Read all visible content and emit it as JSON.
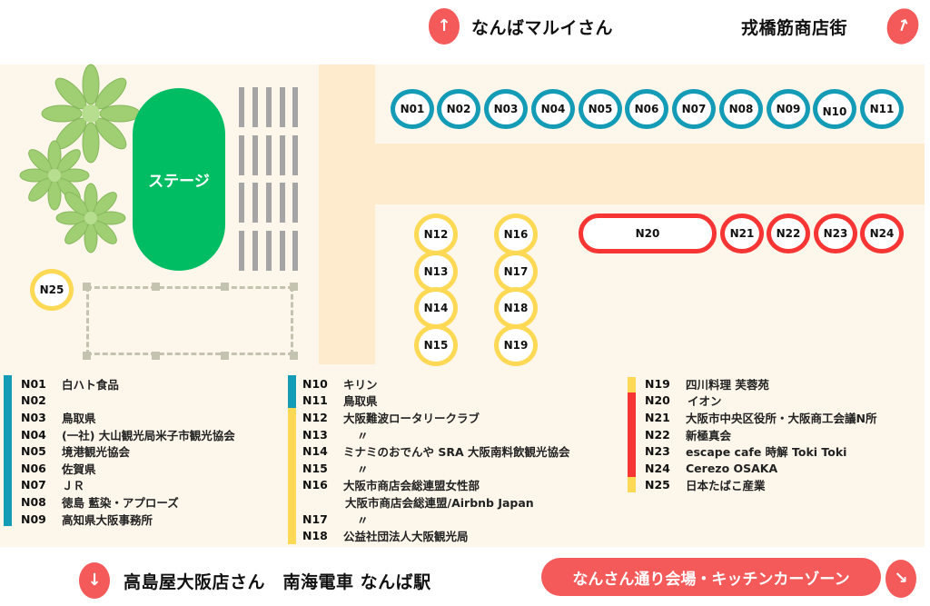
{
  "directions": {
    "top_left": {
      "label": "なんばマルイさん",
      "icon": "arrow-up-icon",
      "glyph": "↑"
    },
    "top_right": {
      "label": "戎橋筋商店街",
      "icon": "arrow-up-right-icon",
      "glyph": "↑"
    },
    "bottom_left": {
      "label": "高島屋大阪店さん　南海電車 なんば駅",
      "icon": "arrow-down-icon",
      "glyph": "↓"
    },
    "bottom_right": {
      "label": "なんさん通り会場・キッチンカーゾーン",
      "icon": "arrow-down-right-icon",
      "glyph": "↘"
    }
  },
  "map": {
    "stage_label": "ステージ",
    "colors": {
      "blue": "#149bb6",
      "yellow": "#fdd955",
      "red": "#f73535",
      "stage": "#00bd63",
      "accent": "#f45a5a",
      "background": "#fdf6ea",
      "corridor": "#feebcd"
    },
    "booths": [
      {
        "id": "N01",
        "color": "blue"
      },
      {
        "id": "N02",
        "color": "blue"
      },
      {
        "id": "N03",
        "color": "blue"
      },
      {
        "id": "N04",
        "color": "blue"
      },
      {
        "id": "N05",
        "color": "blue"
      },
      {
        "id": "N06",
        "color": "blue"
      },
      {
        "id": "N07",
        "color": "blue"
      },
      {
        "id": "N08",
        "color": "blue"
      },
      {
        "id": "N09",
        "color": "blue"
      },
      {
        "id": "N10",
        "color": "blue"
      },
      {
        "id": "N11",
        "color": "blue"
      },
      {
        "id": "N12",
        "color": "yellow"
      },
      {
        "id": "N13",
        "color": "yellow"
      },
      {
        "id": "N14",
        "color": "yellow"
      },
      {
        "id": "N15",
        "color": "yellow"
      },
      {
        "id": "N16",
        "color": "yellow"
      },
      {
        "id": "N17",
        "color": "yellow"
      },
      {
        "id": "N18",
        "color": "yellow"
      },
      {
        "id": "N19",
        "color": "yellow"
      },
      {
        "id": "N20",
        "color": "red"
      },
      {
        "id": "N21",
        "color": "red"
      },
      {
        "id": "N22",
        "color": "red"
      },
      {
        "id": "N23",
        "color": "red"
      },
      {
        "id": "N24",
        "color": "red"
      },
      {
        "id": "N25",
        "color": "yellow"
      }
    ]
  },
  "legend": {
    "columns": [
      [
        {
          "code": "N01",
          "name": "白ハト食品",
          "color": "blue"
        },
        {
          "code": "N02",
          "name": "",
          "color": "blue"
        },
        {
          "code": "N03",
          "name": "鳥取県",
          "color": "blue"
        },
        {
          "code": "N04",
          "name": "(一社) 大山観光局米子市観光協会",
          "color": "blue"
        },
        {
          "code": "N05",
          "name": "境港観光協会",
          "color": "blue"
        },
        {
          "code": "N06",
          "name": "佐賀県",
          "color": "blue"
        },
        {
          "code": "N07",
          "name": "ＪＲ",
          "color": "blue"
        },
        {
          "code": "N08",
          "name": "徳島 藍染・アプローズ",
          "color": "blue"
        },
        {
          "code": "N09",
          "name": "高知県大阪事務所",
          "color": "blue"
        }
      ],
      [
        {
          "code": "N10",
          "name": "キリン",
          "color": "blue"
        },
        {
          "code": "N11",
          "name": "鳥取県",
          "color": "blue"
        },
        {
          "code": "N12",
          "name": "大阪難波ロータリークラブ",
          "color": "yellow"
        },
        {
          "code": "N13",
          "name": "〃",
          "color": "yellow"
        },
        {
          "code": "N14",
          "name": "ミナミのおでんや SRA 大阪南料飲観光協会",
          "color": "yellow"
        },
        {
          "code": "N15",
          "name": "〃",
          "color": "yellow"
        },
        {
          "code": "N16",
          "name": "大阪市商店会総連盟女性部",
          "color": "yellow"
        },
        {
          "code": "",
          "name": "大阪市商店会総連盟/Airbnb Japan",
          "color": "yellow"
        },
        {
          "code": "N17",
          "name": "〃",
          "color": "yellow"
        },
        {
          "code": "N18",
          "name": "公益社団法人大阪観光局",
          "color": "yellow"
        }
      ],
      [
        {
          "code": "N19",
          "name": "四川料理 芙蓉苑",
          "color": "yellow"
        },
        {
          "code": "N20",
          "name": "イオン",
          "color": "red"
        },
        {
          "code": "N21",
          "name": "大阪市中央区役所・大阪商工会議N所",
          "color": "red"
        },
        {
          "code": "N22",
          "name": "新極真会",
          "color": "red"
        },
        {
          "code": "N23",
          "name": "escape cafe 時解 Toki Toki",
          "color": "red"
        },
        {
          "code": "N24",
          "name": "Cerezo OSAKA",
          "color": "red"
        },
        {
          "code": "N25",
          "name": "日本たばこ産業",
          "color": "yellow"
        }
      ]
    ]
  }
}
